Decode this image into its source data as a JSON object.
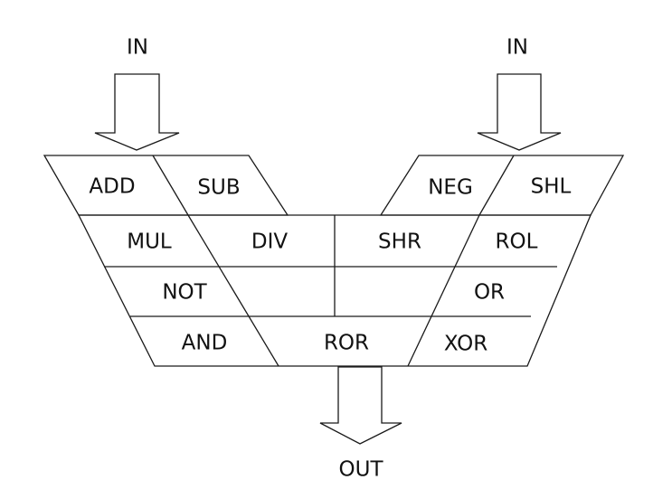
{
  "inputs": {
    "left_label": "IN",
    "right_label": "IN"
  },
  "output": {
    "label": "OUT"
  },
  "operations": {
    "add": "ADD",
    "sub": "SUB",
    "neg": "NEG",
    "shl": "SHL",
    "mul": "MUL",
    "div": "DIV",
    "shr": "SHR",
    "rol": "ROL",
    "not": "NOT",
    "or": "OR",
    "and": "AND",
    "ror": "ROR",
    "xor": "XOR"
  },
  "colors": {
    "stroke": "#1a1a1a",
    "text": "#111111",
    "background": "#ffffff"
  }
}
